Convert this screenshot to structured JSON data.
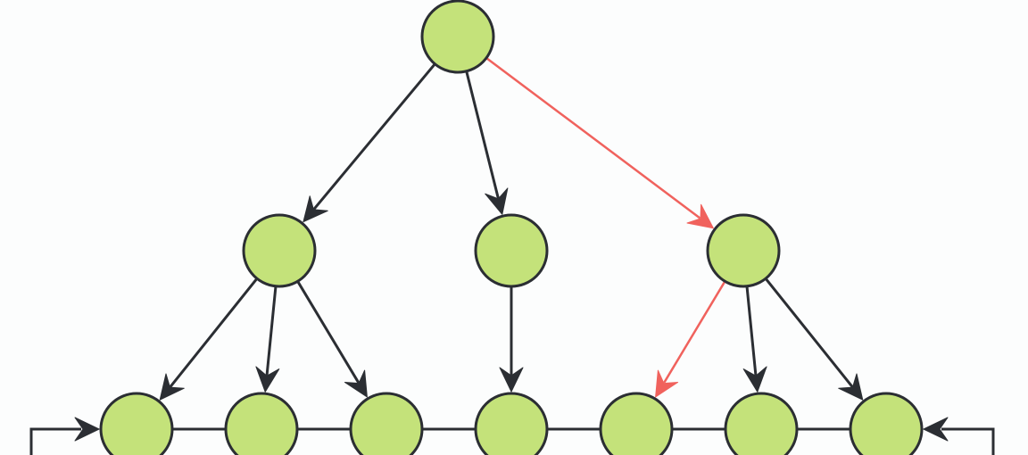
{
  "diagram": {
    "kind": "tree-with-linked-leaves",
    "colors": {
      "background": "#fcfdfd",
      "node_fill": "#c4e27a",
      "node_stroke": "#2b2e33",
      "edge": "#2b2e33",
      "highlight_edge": "#f0625d"
    },
    "nodes": [
      {
        "id": "root"
      },
      {
        "id": "a"
      },
      {
        "id": "b"
      },
      {
        "id": "c"
      },
      {
        "id": "a1"
      },
      {
        "id": "a2"
      },
      {
        "id": "a3"
      },
      {
        "id": "b1"
      },
      {
        "id": "c1"
      },
      {
        "id": "c2"
      },
      {
        "id": "c3"
      }
    ],
    "edges": [
      {
        "from": "root",
        "to": "a",
        "highlight": false
      },
      {
        "from": "root",
        "to": "b",
        "highlight": false
      },
      {
        "from": "root",
        "to": "c",
        "highlight": true
      },
      {
        "from": "a",
        "to": "a1",
        "highlight": false
      },
      {
        "from": "a",
        "to": "a2",
        "highlight": false
      },
      {
        "from": "a",
        "to": "a3",
        "highlight": false
      },
      {
        "from": "b",
        "to": "b1",
        "highlight": false
      },
      {
        "from": "c",
        "to": "c1",
        "highlight": true
      },
      {
        "from": "c",
        "to": "c2",
        "highlight": false
      },
      {
        "from": "c",
        "to": "c3",
        "highlight": false
      }
    ],
    "leaf_chain": [
      "a1",
      "a2",
      "a3",
      "b1",
      "c1",
      "c2",
      "c3"
    ],
    "loop_arrows": [
      {
        "into": "a1",
        "direction": "rightward"
      },
      {
        "into": "c3",
        "direction": "leftward"
      }
    ]
  }
}
